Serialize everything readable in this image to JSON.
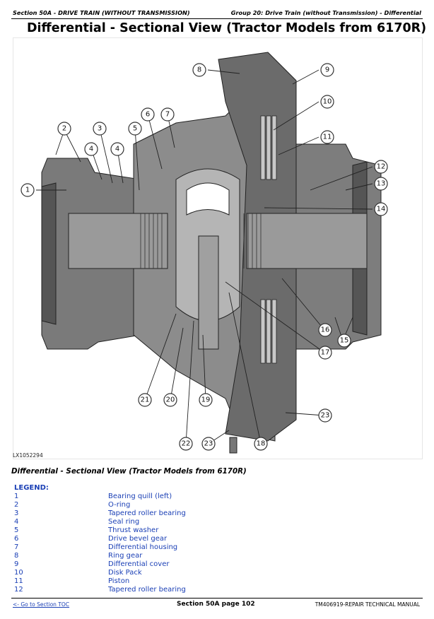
{
  "header": {
    "left": "Section 50A - DRIVE TRAIN (WITHOUT TRANSMISSION)",
    "right": "Group 20: Drive Train (without Transmission) - Differential"
  },
  "title": "Differential - Sectional View (Tractor Models from 6170R)",
  "figure": {
    "id": "LX1052294",
    "callouts": [
      "1",
      "2",
      "3",
      "4",
      "4",
      "5",
      "6",
      "7",
      "8",
      "9",
      "10",
      "11",
      "12",
      "13",
      "14",
      "15",
      "16",
      "17",
      "18",
      "19",
      "20",
      "21",
      "22",
      "23",
      "23"
    ]
  },
  "caption": "Differential - Sectional View (Tractor Models from 6170R)",
  "legend": {
    "title": "LEGEND:",
    "items": [
      {
        "num": "1",
        "label": "Bearing quill (left)"
      },
      {
        "num": "2",
        "label": "O-ring"
      },
      {
        "num": "3",
        "label": "Tapered roller bearing"
      },
      {
        "num": "4",
        "label": "Seal ring"
      },
      {
        "num": "5",
        "label": "Thrust washer"
      },
      {
        "num": "6",
        "label": "Drive bevel gear"
      },
      {
        "num": "7",
        "label": "Differential housing"
      },
      {
        "num": "8",
        "label": "Ring gear"
      },
      {
        "num": "9",
        "label": "Differential cover"
      },
      {
        "num": "10",
        "label": "Disk Pack"
      },
      {
        "num": "11",
        "label": "Piston"
      },
      {
        "num": "12",
        "label": "Tapered roller bearing"
      }
    ]
  },
  "footer": {
    "toc_link": "<- Go to Section TOC",
    "page": "Section 50A page 102",
    "manual": "TM406919-REPAIR TECHNICAL MANUAL"
  }
}
